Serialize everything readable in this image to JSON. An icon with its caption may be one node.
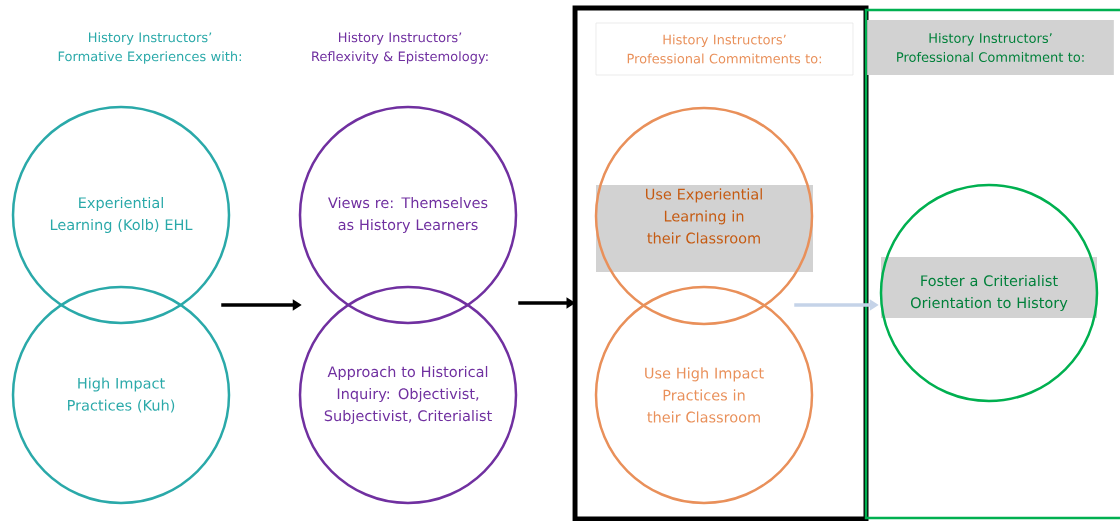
{
  "diagram": {
    "nodes": [
      {
        "text": [
          "Experiential Learning (Kolb) EHL"
        ]
      },
      {
        "text": [
          "High Impact Practices (Kuh)"
        ]
      },
      {
        "text": [
          "Views re: Themselves as History Learners"
        ]
      },
      {
        "text": [
          "Approach to Historical Inquiry: Objectivist, Subjectivist, Criterialist"
        ]
      },
      {
        "text": [],
        "shape": "box"
      },
      {
        "text": [
          "History Instructors’ Professional Commitments to:"
        ],
        "in": 4
      },
      {
        "text": [
          "Use Experiential Learning in their Classroom"
        ],
        "in": 4
      },
      {
        "text": [
          "Use High Impact Practices in their Classroom"
        ],
        "in": 4
      },
      {
        "text": [],
        "shape": "box"
      },
      {
        "text": [
          "History Instructors’ Professional Commitment to:"
        ],
        "in": 8
      },
      {
        "text": [
          "Foster a Criterialist Orientation to History"
        ],
        "in": 8
      }
    ],
    "edges": [
      {
        "from": 0,
        "to": 2,
        "arrow": "to"
      },
      {
        "from": 2,
        "to": 4,
        "arrow": "to"
      },
      {
        "from": 6,
        "to": 10,
        "arrow": "to",
        "color": "#c5d3e8"
      }
    ],
    "labels": [
      "History Instructors’ Formative Experiences with:",
      "History Instructors’ Reflexivity & Epistemology:"
    ]
  }
}
